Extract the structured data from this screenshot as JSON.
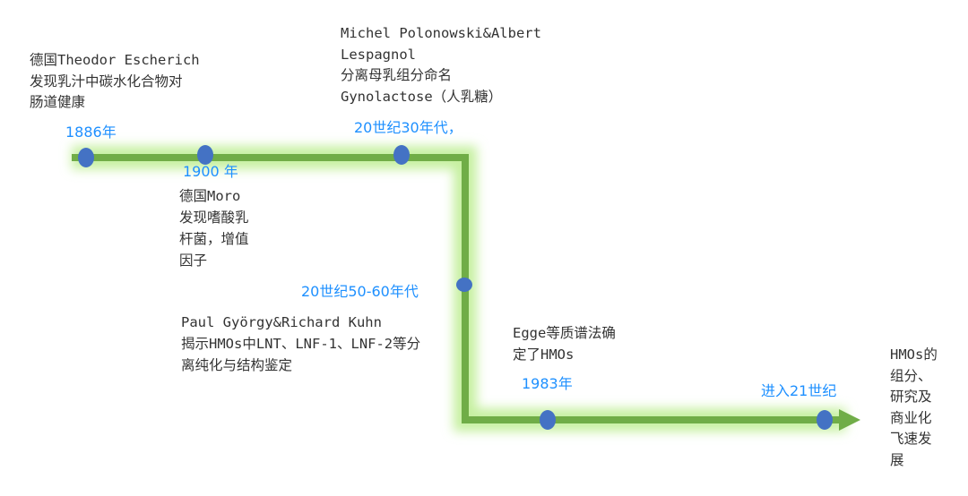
{
  "colors": {
    "line": "#70ad47",
    "glow": "#c6f0a0",
    "node": "#4472c4",
    "date": "#1e90ff",
    "text": "#333333"
  },
  "events": [
    {
      "date": "1886年",
      "lines": [
        "德国Theodor Escherich",
        "发现乳汁中碳水化合物对",
        "肠道健康"
      ]
    },
    {
      "date": "1900 年",
      "lines": [
        "德国Moro",
        "发现嗜酸乳",
        "杆菌，增值",
        "因子"
      ]
    },
    {
      "date": "20世纪30年代，",
      "lines": [
        "Michel Polonowski&Albert",
        "Lespagnol",
        "分离母乳组分命名",
        "Gynolactose（人乳糖）"
      ]
    },
    {
      "date": "20世纪50-60年代",
      "lines": [
        "Paul György&Richard Kuhn",
        "揭示HMOs中LNT、LNF-1、LNF-2等分",
        "离纯化与结构鉴定"
      ]
    },
    {
      "date": "1983年",
      "lines": [
        "Egge等质谱法确",
        "定了HMOs"
      ]
    },
    {
      "date": "进入21世纪",
      "lines": [
        "HMOs的",
        "组分、",
        "研究及",
        "商业化",
        "飞速发",
        "展"
      ]
    }
  ]
}
